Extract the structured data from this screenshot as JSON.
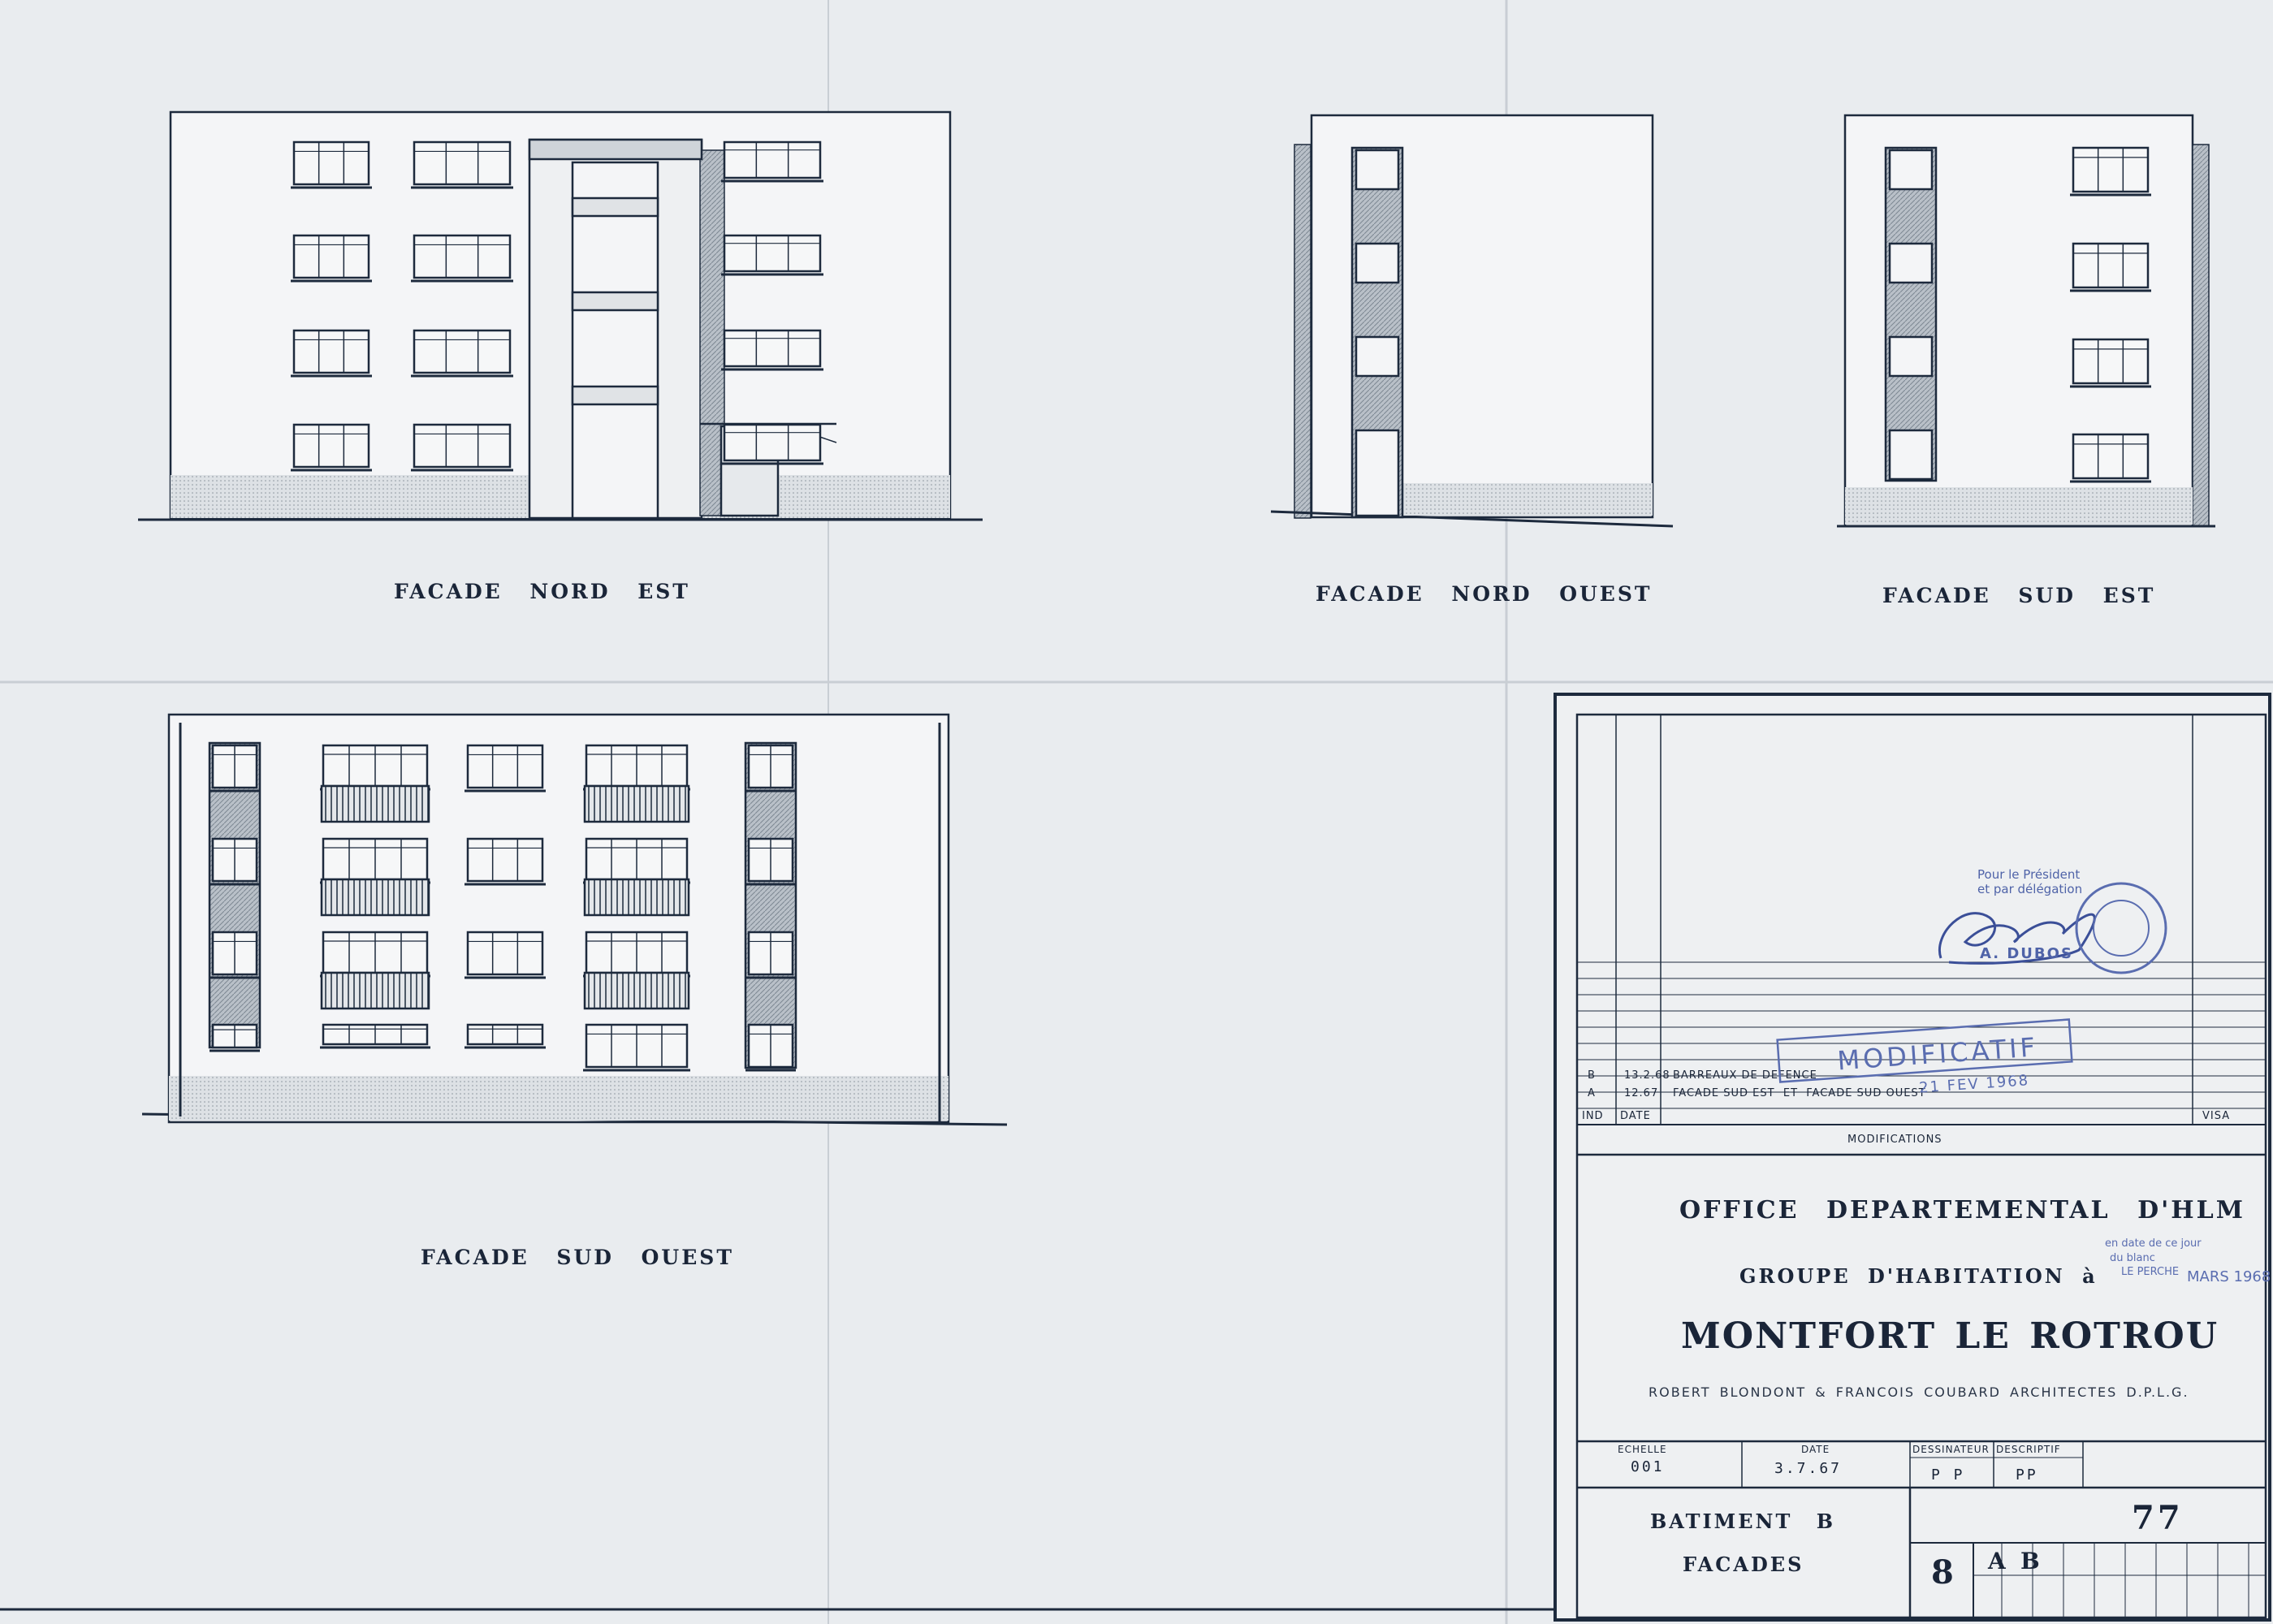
{
  "colors": {
    "paper": "#e9ecef",
    "ink": "#1d2a3d",
    "stamp": "#4f63a8"
  },
  "elevations": {
    "nord_est": "FACADE NORD EST",
    "nord_ouest": "FACADE NORD OUEST",
    "sud_est": "FACADE SUD EST",
    "sud_ouest": "FACADE SUD OUEST"
  },
  "title_block": {
    "modifications": [
      {
        "ind": "B",
        "date": "13.2.68",
        "text": "BARREAUX DE DEFENCE"
      },
      {
        "ind": "A",
        "date": "12.67",
        "text": "FACADE SUD EST  ET  FACADE SUD OUEST"
      }
    ],
    "mod_headers": {
      "ind": "IND",
      "date": "DATE",
      "visa": "VISA"
    },
    "modifications_caption": "MODIFICATIONS",
    "office": "OFFICE DEPARTEMENTAL D'HLM",
    "groupe": "GROUPE D'HABITATION à",
    "place": "MONTFORT LE ROTROU",
    "architects": "ROBERT BLONDONT & FRANCOIS COUBARD ARCHITECTES D.P.L.G.",
    "echelle_label": "ECHELLE",
    "echelle": "001",
    "date_label": "DATE",
    "date": "3.7.67",
    "dessinateur_label": "DESSINATEUR",
    "dessinateur": "P P",
    "descriptif_label": "DESCRIPTIF",
    "descriptif": "PP",
    "batiment": "BATIMENT B",
    "facades": "FACADES",
    "number": "77",
    "sheet_no": "8",
    "letter_a": "A",
    "letter_b": "B"
  },
  "stamps": {
    "president_line1": "Pour le Président",
    "president_line2": "et par délégation",
    "signatory": "A. DUBOS",
    "modificatif": "MODIFICATIF",
    "modificatif_date": "21 FEV 1968",
    "received_line1": "en date de ce jour",
    "received_line2": "du blanc",
    "received_place": "LE PERCHE",
    "received_date": "MARS 1968"
  }
}
